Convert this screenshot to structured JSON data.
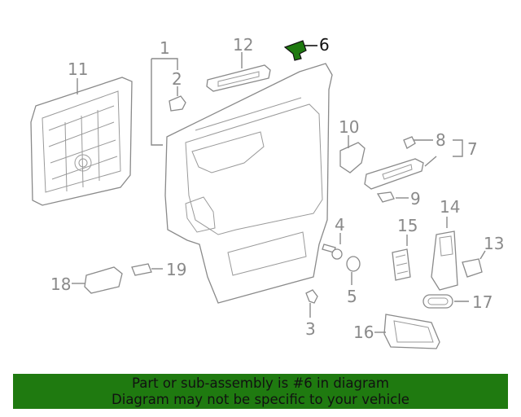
{
  "callouts": [
    {
      "id": "1",
      "text": "1",
      "highlight": false
    },
    {
      "id": "2",
      "text": "2",
      "highlight": false
    },
    {
      "id": "3",
      "text": "3",
      "highlight": false
    },
    {
      "id": "4",
      "text": "4",
      "highlight": false
    },
    {
      "id": "5",
      "text": "5",
      "highlight": false
    },
    {
      "id": "6",
      "text": "6",
      "highlight": true
    },
    {
      "id": "7",
      "text": "7",
      "highlight": false
    },
    {
      "id": "8",
      "text": "8",
      "highlight": false
    },
    {
      "id": "9",
      "text": "9",
      "highlight": false
    },
    {
      "id": "10",
      "text": "10",
      "highlight": false
    },
    {
      "id": "11",
      "text": "11",
      "highlight": false
    },
    {
      "id": "12",
      "text": "12",
      "highlight": false
    },
    {
      "id": "13",
      "text": "13",
      "highlight": false
    },
    {
      "id": "14",
      "text": "14",
      "highlight": false
    },
    {
      "id": "15",
      "text": "15",
      "highlight": false
    },
    {
      "id": "16",
      "text": "16",
      "highlight": false
    },
    {
      "id": "17",
      "text": "17",
      "highlight": false
    },
    {
      "id": "18",
      "text": "18",
      "highlight": false
    },
    {
      "id": "19",
      "text": "19",
      "highlight": false
    }
  ],
  "colors": {
    "highlight_part": "#1f7a10",
    "banner_bg": "#1f7a10",
    "line_art": "#8a8a8a"
  },
  "banner": {
    "line1": "Part or sub-assembly is #6 in diagram",
    "line2": "Diagram may not be specific to your vehicle"
  }
}
